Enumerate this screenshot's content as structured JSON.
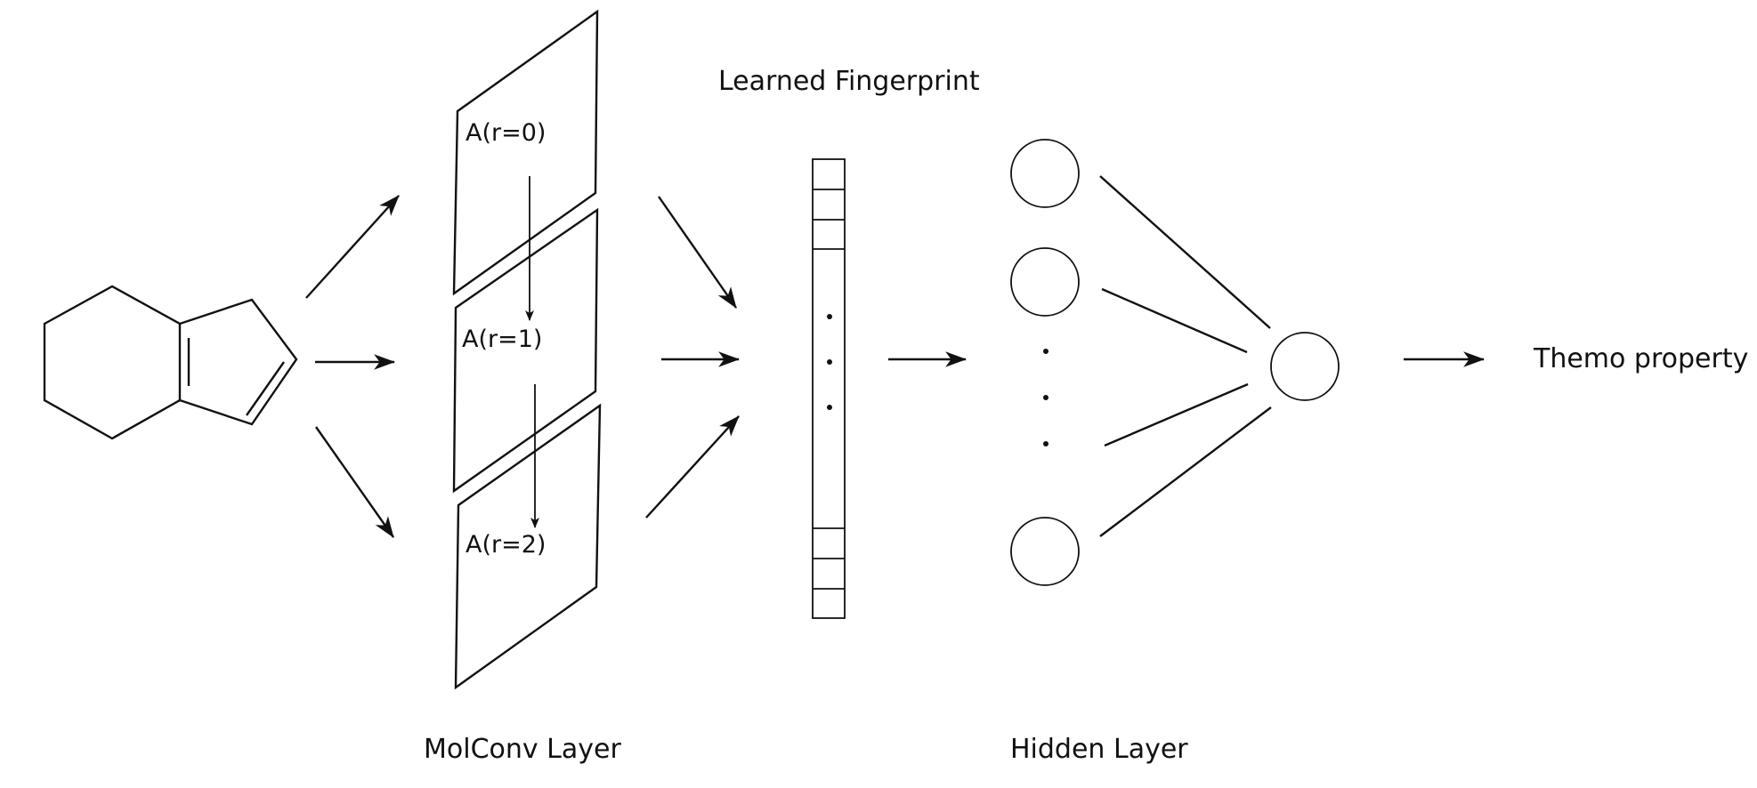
{
  "labels": {
    "learned_fingerprint": "Learned Fingerprint",
    "molconv_layer": "MolConv Layer",
    "hidden_layer": "Hidden Layer",
    "output": "Themo property",
    "layer_r0": "A(r=0)",
    "layer_r1": "A(r=1)",
    "layer_r2": "A(r=2)"
  },
  "colors": {
    "ink": "#111111",
    "background": "#ffffff"
  }
}
